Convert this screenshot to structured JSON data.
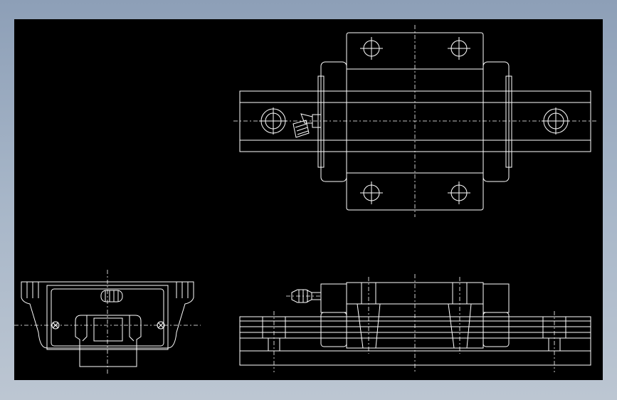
{
  "colors": {
    "window_background_top": "#8d9fb7",
    "window_background_bottom": "#bcc6d2",
    "canvas_background": "#000000",
    "line_color": "#ffffff"
  },
  "views": [
    {
      "id": "top-view",
      "kind": "plan view of carriage block on rail",
      "mounting_holes": 4,
      "rail_holes": 2,
      "grease_nipple": true
    },
    {
      "id": "end-view",
      "kind": "end section of carriage and rail profile",
      "grease_nipple": true
    },
    {
      "id": "side-view",
      "kind": "side elevation of carriage on rail",
      "grease_nipple": true
    }
  ]
}
